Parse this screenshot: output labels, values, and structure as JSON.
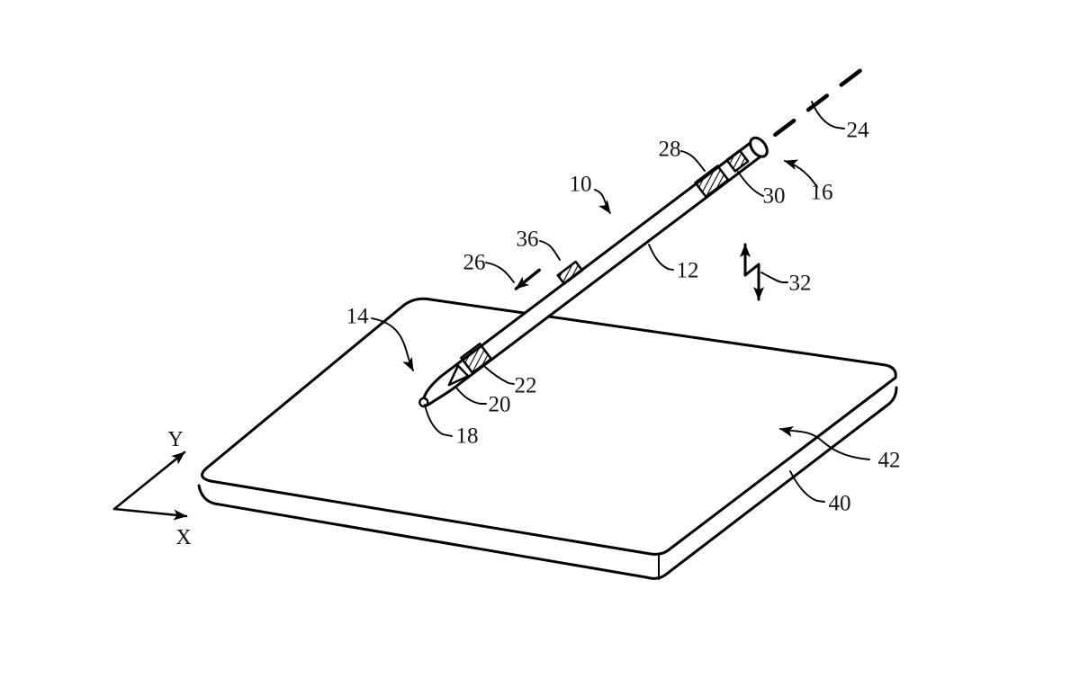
{
  "figure": {
    "background_color": "#ffffff",
    "ink_color": "#000000"
  },
  "ref_labels": [
    {
      "text": "10"
    },
    {
      "text": "12"
    },
    {
      "text": "14"
    },
    {
      "text": "16"
    },
    {
      "text": "18"
    },
    {
      "text": "20"
    },
    {
      "text": "22"
    },
    {
      "text": "24"
    },
    {
      "text": "26"
    },
    {
      "text": "28"
    },
    {
      "text": "30"
    },
    {
      "text": "32"
    },
    {
      "text": "36"
    },
    {
      "text": "40"
    },
    {
      "text": "42"
    }
  ],
  "axes": {
    "x_label": "X",
    "y_label": "Y"
  }
}
